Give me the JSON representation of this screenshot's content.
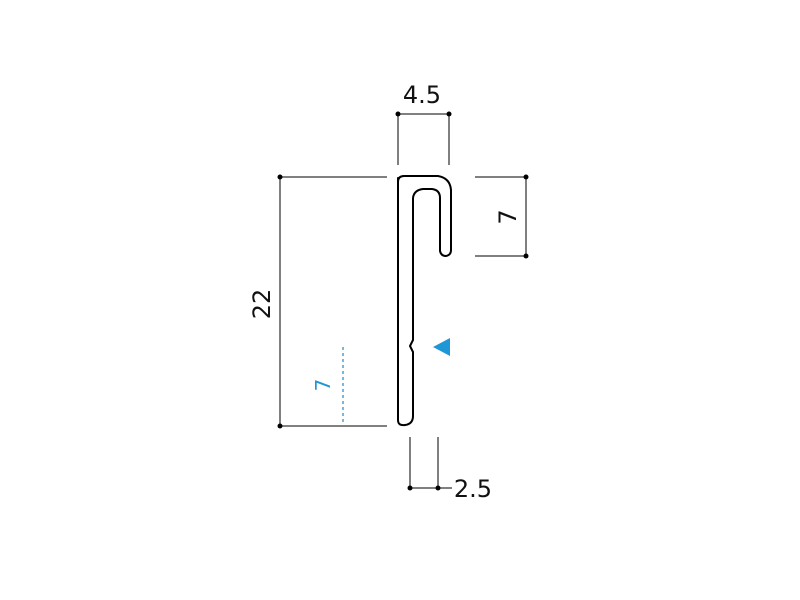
{
  "dimensions": {
    "top_width": "4.5",
    "right_height": "7",
    "left_height": "22",
    "bottom_width": "2.5",
    "inner_blue": "7"
  },
  "colors": {
    "line": "#000000",
    "accent": "#1f97d6"
  }
}
